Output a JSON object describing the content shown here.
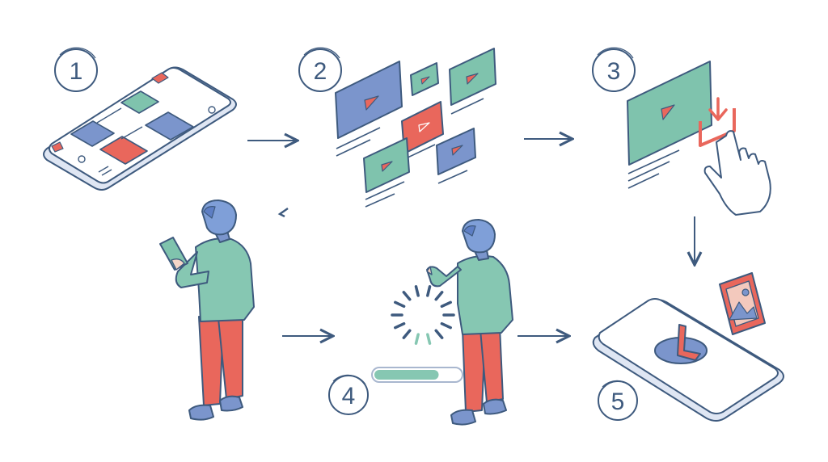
{
  "steps": [
    {
      "number": "1",
      "label": ""
    },
    {
      "number": "2",
      "label": ""
    },
    {
      "number": "3",
      "label": ""
    },
    {
      "number": "4",
      "label": ""
    },
    {
      "number": "5",
      "label": ""
    }
  ],
  "palette": {
    "outline": "#3e5a7e",
    "blue": "#7b95cc",
    "teal": "#7fc3ad",
    "red": "#e9675c",
    "skin_shirt": "#86c7b2",
    "hair": "#7f9fd8",
    "light_line": "#a9b7cf"
  },
  "icons": [
    "smartphone-app-icon",
    "video-grid-icon",
    "download-icon",
    "hand-pointer-icon",
    "person-phone-icon",
    "loading-spinner-icon",
    "progress-bar-icon",
    "person-tap-icon",
    "phone-play-icon",
    "photo-icon"
  ],
  "loading_progress": 0.75
}
